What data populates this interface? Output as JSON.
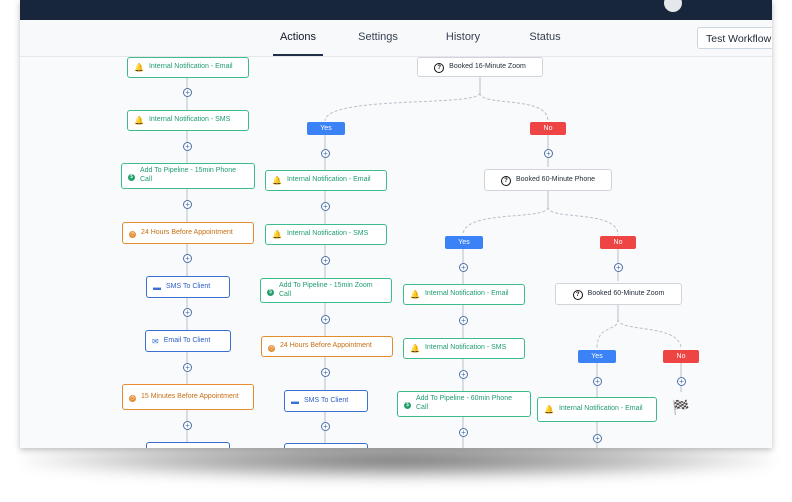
{
  "tabs": [
    "Actions",
    "Settings",
    "History",
    "Status"
  ],
  "test_button": "Test Workflow",
  "col1": {
    "internal_email": "Internal Notification - Email",
    "internal_sms": "Internal Notification - SMS",
    "pipeline": "Add To Pipeline - 15min Phone Call",
    "wait_24h": "24 Hours Before Appointment",
    "sms_client": "SMS To Client",
    "email_client": "Email To Client",
    "wait_15m": "15 Minutes Before Appointment"
  },
  "root": {
    "condition": "Booked 16-Minute Zoom",
    "yes": "Yes",
    "no": "No"
  },
  "col2": {
    "internal_email": "Internal Notification - Email",
    "internal_sms": "Internal Notification - SMS",
    "pipeline": "Add To Pipeline - 15min Zoom Call",
    "wait_24h": "24 Hours Before Appointment",
    "sms_client": "SMS To Client"
  },
  "branch_60_phone": {
    "condition": "Booked 60-Minute Phone",
    "yes": "Yes",
    "no": "No"
  },
  "col3": {
    "internal_email": "Internal Notification - Email",
    "internal_sms": "Internal Notification - SMS",
    "pipeline": "Add To Pipeline - 60min Phone Call"
  },
  "branch_60_zoom": {
    "condition": "Booked 60-Minute Zoom",
    "yes": "Yes",
    "no": "No"
  },
  "col4": {
    "internal_email": "Internal Notification - Email"
  },
  "icons": {
    "bell": "bell-icon",
    "dollar": "dollar-icon",
    "clock": "clock-icon",
    "chat": "chat-icon",
    "mail": "mail-icon",
    "question": "question-icon",
    "plus": "plus-icon",
    "flag": "checkered-flag-icon"
  },
  "colors": {
    "green": "#3dbb8a",
    "orange": "#e38d30",
    "blue": "#3b6fd4",
    "yes": "#3b82f6",
    "no": "#ef4444",
    "topbar": "#17263b"
  }
}
